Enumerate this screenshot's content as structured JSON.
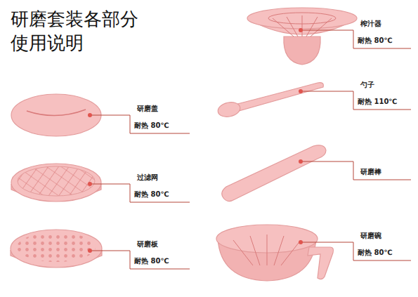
{
  "diagram": {
    "title": "研磨套装各部分 使用说明",
    "labels": [
      "研磨盖",
      "耐热 80℃",
      "过滤网",
      "耐热 80℃",
      "研磨板",
      "耐热 80℃",
      "榨汁器",
      "耐热 80℃",
      "勺子",
      "耐热 110℃",
      "研磨棒",
      "研磨碗",
      "耐热 80℃"
    ]
  }
}
